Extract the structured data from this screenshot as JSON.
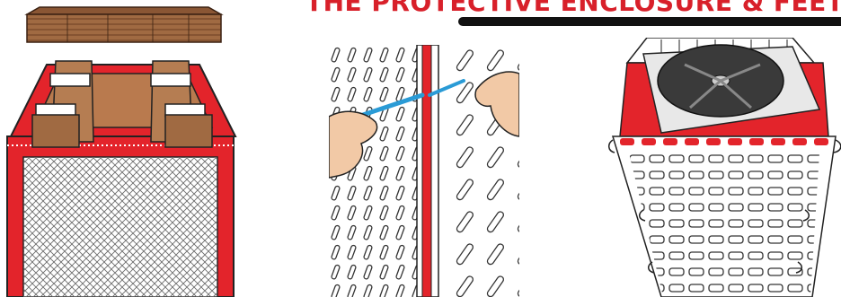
{
  "header": {
    "title": "THE PROTECTIVE ENCLOSURE & FEET",
    "accent_color": "#d8202a"
  },
  "panels": [
    {
      "name": "enclosure-frame",
      "colors": {
        "frame": "#e3242b",
        "wood": "#b97a4e",
        "mesh": "#9a9a9a"
      }
    },
    {
      "name": "attaching-panels",
      "colors": {
        "channel": "#e3242b",
        "tool": "#2a9bd6",
        "hand": "#f2c9a6"
      }
    },
    {
      "name": "assembled-unit",
      "colors": {
        "slots": "#e3242b",
        "fan": "#3a3a3a"
      }
    }
  ]
}
